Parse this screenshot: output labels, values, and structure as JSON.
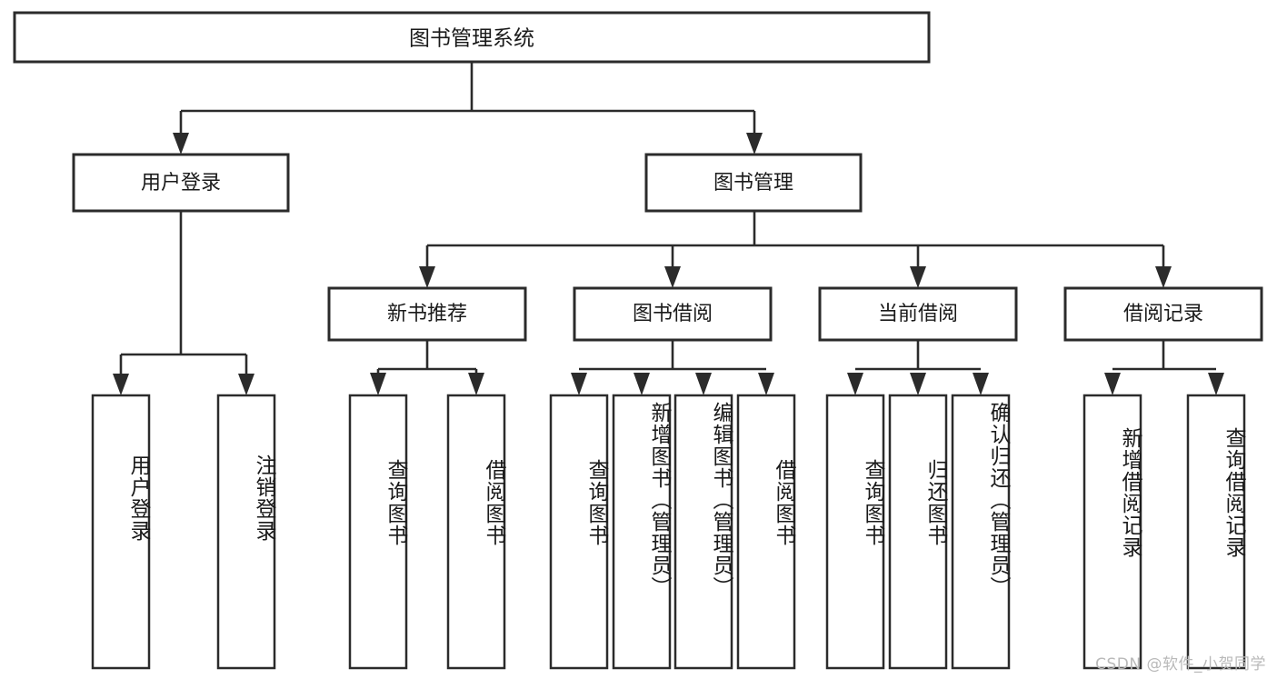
{
  "diagram": {
    "type": "tree",
    "title": "图书管理系统",
    "orientation": "top-down",
    "colors": {
      "box_stroke": "#2b2b2b",
      "box_fill": "#ffffff",
      "text": "#1a1a1a",
      "background": "#ffffff",
      "watermark": "#b9b9b9"
    },
    "root": {
      "label": "图书管理系统"
    },
    "level2": [
      {
        "label": "用户登录"
      },
      {
        "label": "图书管理"
      }
    ],
    "level3": [
      {
        "label": "新书推荐"
      },
      {
        "label": "图书借阅"
      },
      {
        "label": "当前借阅"
      },
      {
        "label": "借阅记录"
      }
    ],
    "leaves": {
      "user_login": [
        {
          "label": "用户登录"
        },
        {
          "label": "注销登录"
        }
      ],
      "new_book_recommend": [
        {
          "label": "查询图书"
        },
        {
          "label": "借阅图书"
        }
      ],
      "book_borrow": [
        {
          "label": "查询图书"
        },
        {
          "label": "新增图书（管理员）"
        },
        {
          "label": "编辑图书（管理员）"
        },
        {
          "label": "借阅图书"
        }
      ],
      "current_borrow": [
        {
          "label": "查询图书"
        },
        {
          "label": "归还图书"
        },
        {
          "label": "确认归还（管理员）"
        }
      ],
      "borrow_record": [
        {
          "label": "新增借阅记录"
        },
        {
          "label": "查询借阅记录"
        }
      ]
    },
    "watermark": "CSDN @软件_小贺同学"
  }
}
